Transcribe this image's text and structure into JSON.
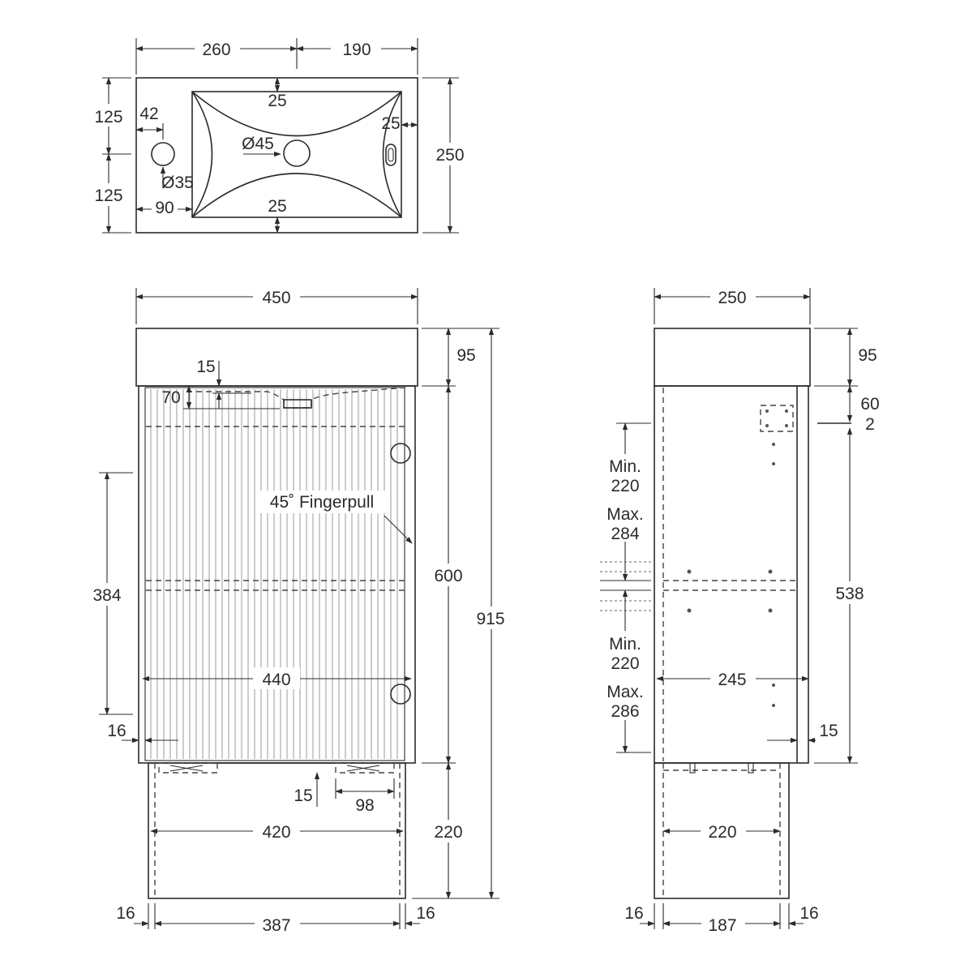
{
  "top_view": {
    "width_left": "260",
    "width_right": "190",
    "depth_top": "125",
    "depth_bottom": "125",
    "depth_total": "250",
    "tap_offset": "42",
    "tap_from_edge": "90",
    "tap_hole": "Ø35",
    "waste_hole": "Ø45",
    "bowl_margin_top": "25",
    "bowl_margin_bottom": "25",
    "bowl_margin_side": "25"
  },
  "front_view": {
    "overall_width": "450",
    "top_height": "95",
    "cabinet_height": "600",
    "overall_height": "915",
    "leg_height": "220",
    "waste_offset": "15",
    "waste_height": "70",
    "handle_spacing": "384",
    "inner_width": "440",
    "side_margin": "16",
    "fingerpull_label": "45˚ Fingerpull",
    "foot_offset": "15",
    "foot_width": "98",
    "leg_span": "420",
    "leg_inner": "387",
    "leg_margin_left": "16",
    "leg_margin_right": "16"
  },
  "side_view": {
    "overall_depth": "250",
    "top_height": "95",
    "bracket_offset": "60",
    "bracket_gap": "2",
    "shelf_upper_min": "Min.",
    "shelf_upper_min_value": "220",
    "shelf_upper_max": "Max.",
    "shelf_upper_max_value": "284",
    "shelf_lower_min": "Min.",
    "shelf_lower_min_value": "220",
    "shelf_lower_max": "Max.",
    "shelf_lower_max_value": "286",
    "body_height": "538",
    "inner_depth": "245",
    "back_gap": "15",
    "leg_depth": "220",
    "leg_inner": "187",
    "leg_margin_left": "16",
    "leg_margin_right": "16"
  }
}
